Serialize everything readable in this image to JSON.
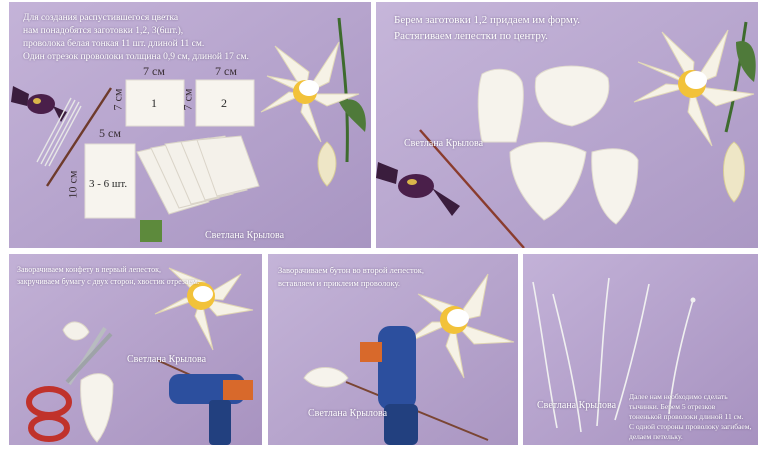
{
  "panel1": {
    "caption": "Для создания распустившегося цветка\nнам понадобятся заготовки 1,2, 3(6шт.),\nпроволока белая тонкая 11 шт. длиной 11 см.\nОдин отрезок проволоки толщина 0,9 см, длиной 17 см.",
    "dim_top_1": "7 см",
    "dim_top_2": "7 см",
    "dim_side_1": "7 см",
    "dim_side_2": "7 см",
    "dim_5": "5 см",
    "dim_10": "10 см",
    "label_1": "1",
    "label_2": "2",
    "label_3": "3 - 6 шт.",
    "signature": "Светлана Крылова"
  },
  "panel2": {
    "caption": "Берем заготовки 1,2 придаем им форму.\nРастягиваем лепестки по центру.",
    "signature": "Светлана Крылова"
  },
  "panel3": {
    "caption": "Заворачиваем конфету в первый лепесток,\nзакручиваем бумагу с двух сторон, хвостик отрезаем.",
    "signature": "Светлана Крылова"
  },
  "panel4": {
    "caption": "Заворачиваем бутон во второй лепесток,\nвставляем и приклеим проволоку.",
    "signature": "Светлана Крылова"
  },
  "panel5": {
    "caption": "Далее нам необходимо сделать\nтычинки. Берем 5 отрезков\nтоненькой проволоки длиной 11 см.\nС одной стороны проволоку загибаем,\nделаем петельку.",
    "signature": "Светлана Крылова"
  },
  "colors": {
    "background": "#b9a7cf",
    "paper": "#f4f1ea",
    "petal_yellow": "#f2c23a",
    "leaf_green": "#4f7a3a",
    "glue_gun_blue": "#2c4f9e",
    "scissors_red": "#c0322b"
  }
}
